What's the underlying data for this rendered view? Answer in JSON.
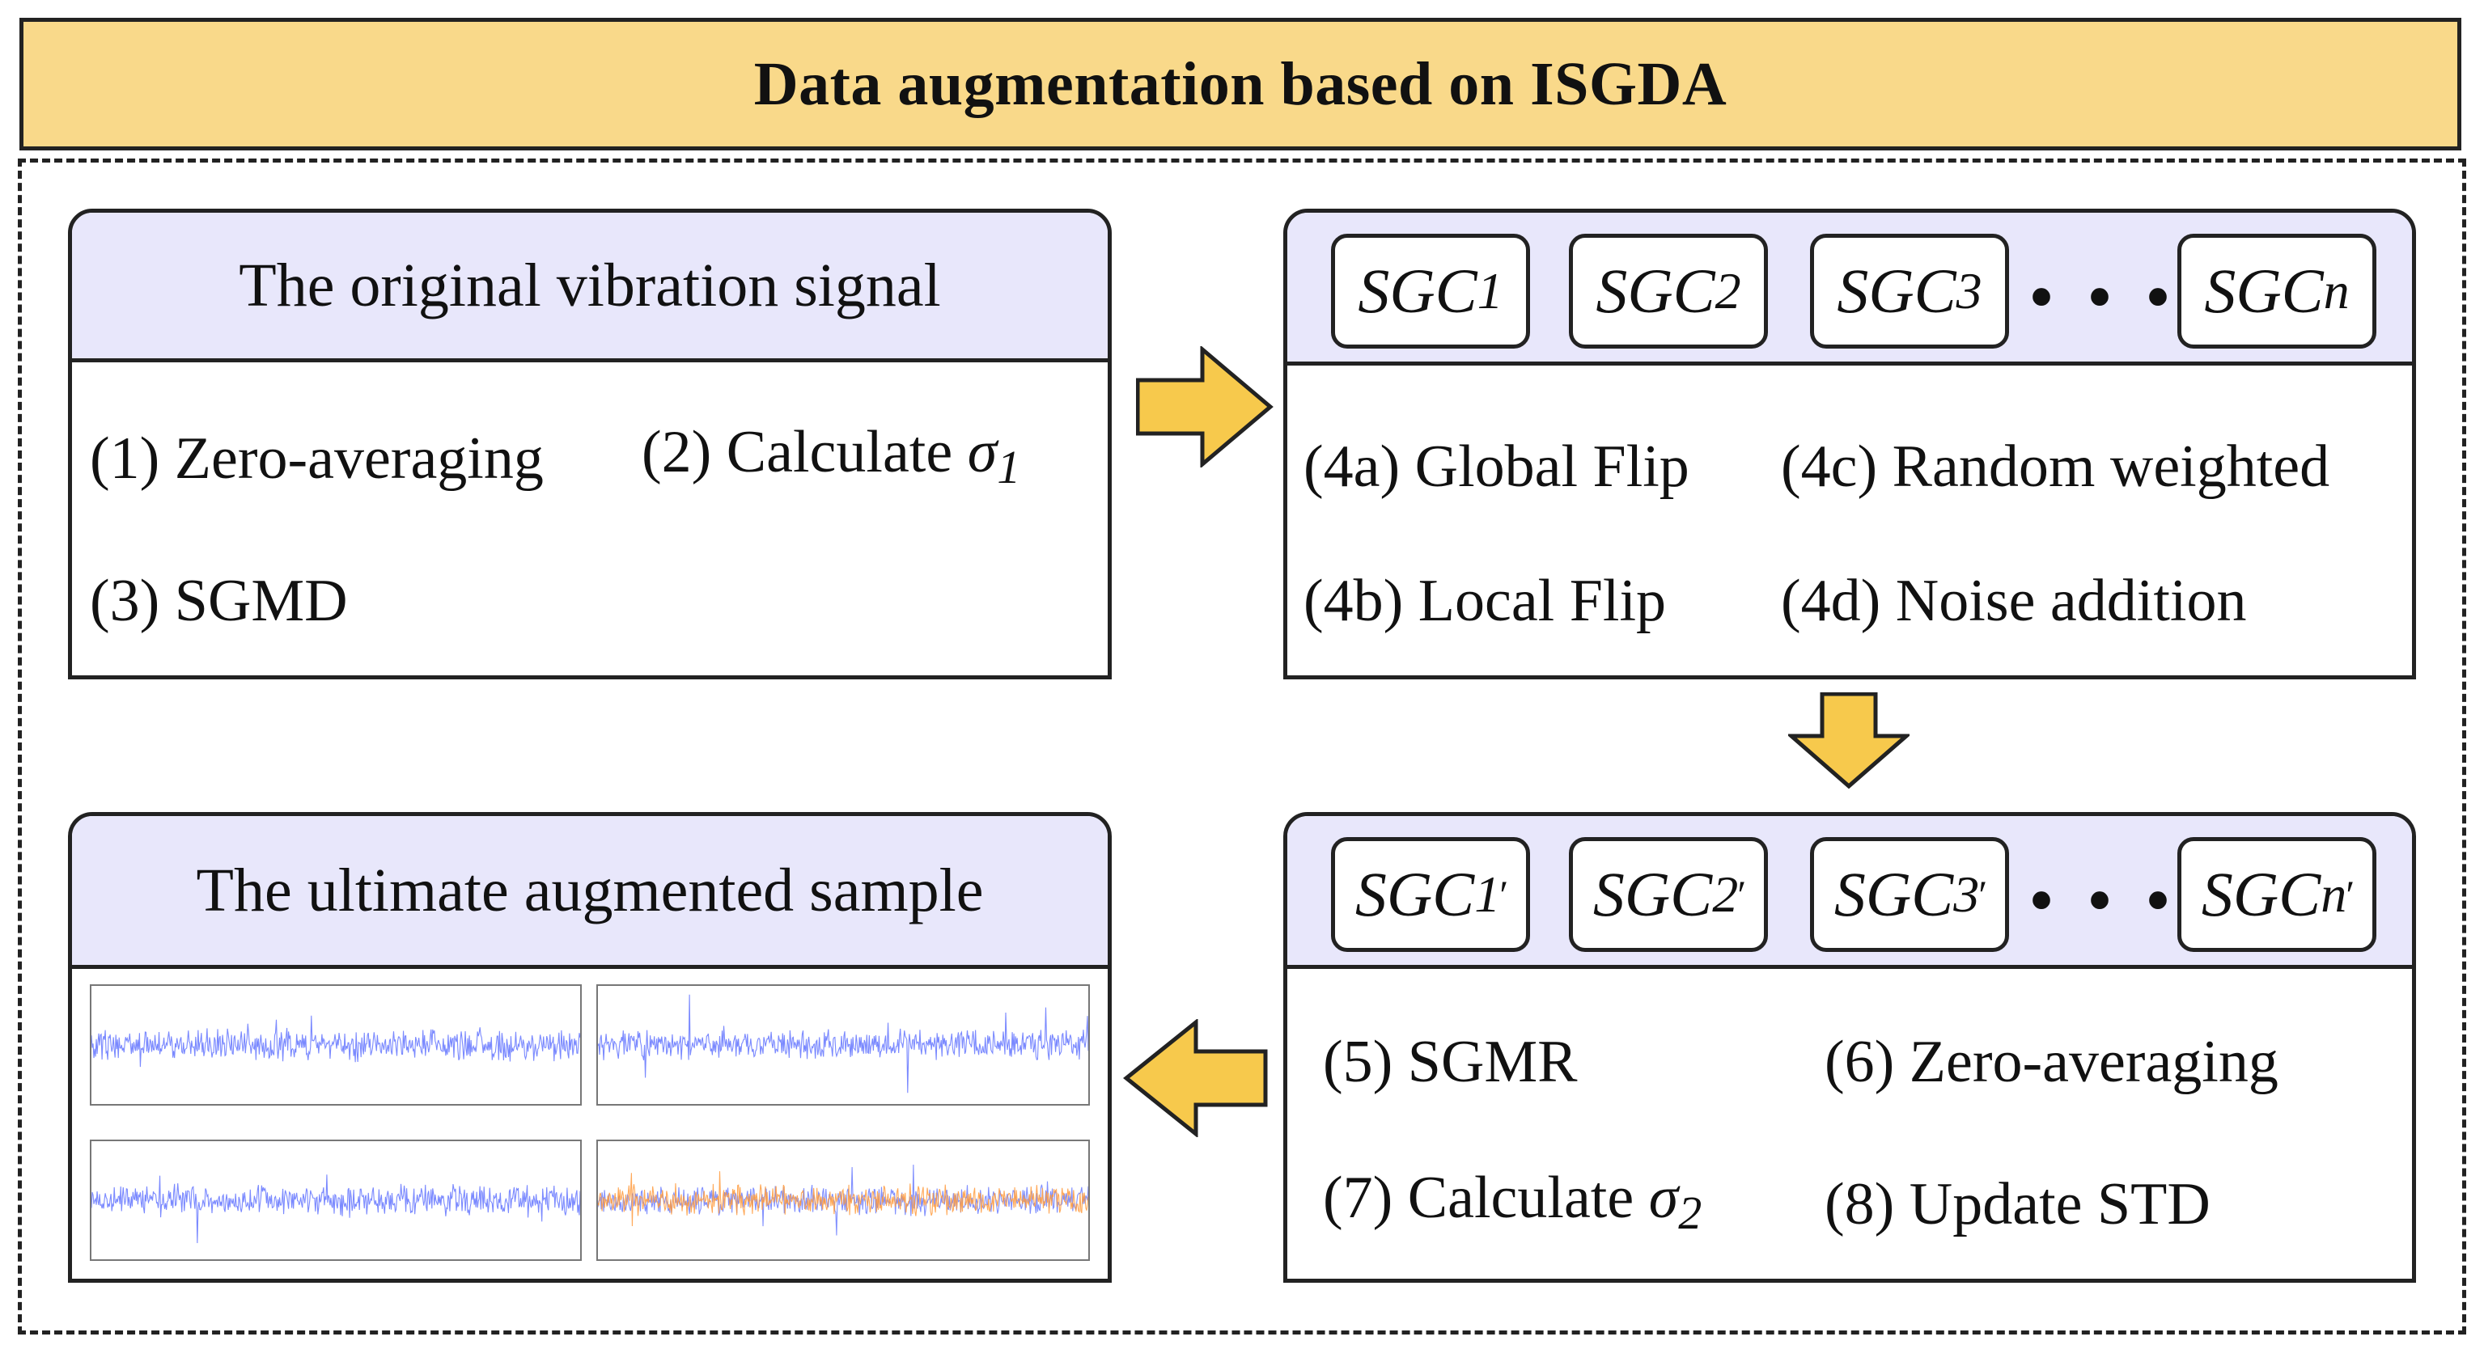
{
  "title": "Data augmentation based on ISGDA",
  "colors": {
    "title_fill": "#f9d98a",
    "header_fill": "#e8e7fb",
    "arrow_fill": "#f7c94c",
    "wave_blue": "#6b7cff",
    "wave_orange": "#ff9a3c"
  },
  "panels": {
    "original": {
      "title": "The original vibration signal",
      "step1": "(1) Zero-averaging",
      "step2_prefix": "(2) Calculate ",
      "step2_symbol": "σ",
      "step2_sub": "1",
      "step3": "(3) SGMD"
    },
    "decompose": {
      "sgc": [
        {
          "base": "SGC",
          "sub": "1"
        },
        {
          "base": "SGC",
          "sub": "2"
        },
        {
          "base": "SGC",
          "sub": "3"
        },
        {
          "base": "SGC",
          "sub": "n"
        }
      ],
      "dots": "• • •",
      "step4a": "(4a) Global Flip",
      "step4b": "(4b) Local Flip",
      "step4c": "(4c) Random weighted",
      "step4d": "(4d) Noise addition"
    },
    "recombine": {
      "sgc": [
        {
          "base": "SGC",
          "sub": "1",
          "prime": "′"
        },
        {
          "base": "SGC",
          "sub": "2",
          "prime": "′"
        },
        {
          "base": "SGC",
          "sub": "3",
          "prime": "′"
        },
        {
          "base": "SGC",
          "sub": "n",
          "prime": "′"
        }
      ],
      "dots": "• • •",
      "step5": "(5) SGMR",
      "step6": "(6) Zero-averaging",
      "step7_prefix": "(7) Calculate ",
      "step7_symbol": "σ",
      "step7_sub": "2",
      "step8": "(8) Update STD"
    },
    "result": {
      "title": "The ultimate augmented sample"
    }
  }
}
